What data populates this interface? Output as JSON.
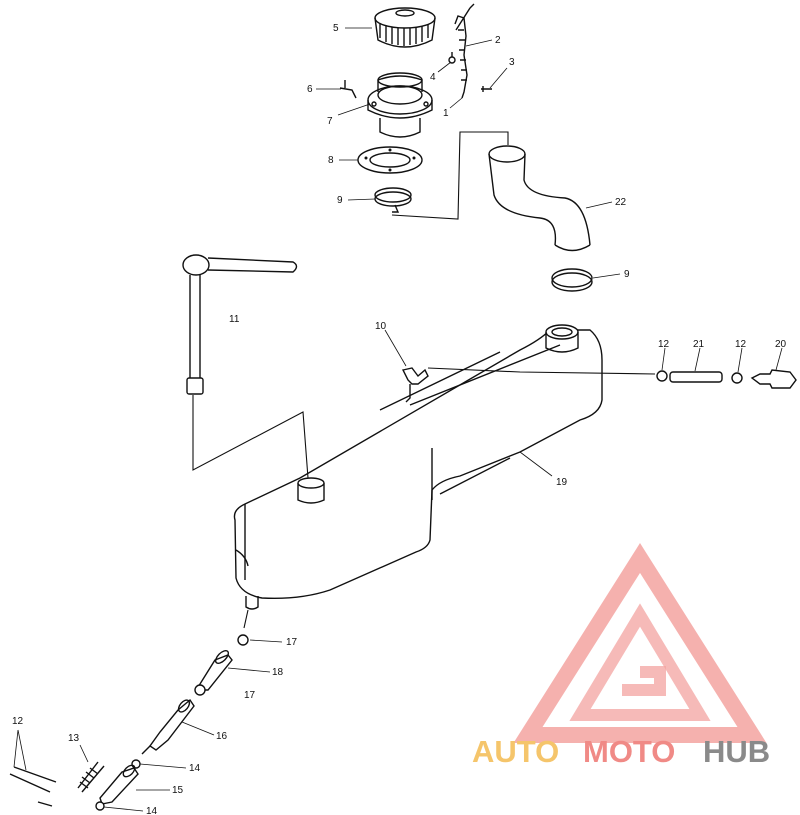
{
  "callouts": {
    "c1": "1",
    "c2": "2",
    "c3": "3",
    "c4": "4",
    "c5": "5",
    "c6": "6",
    "c7": "7",
    "c8": "8",
    "c9a": "9",
    "c9b": "9",
    "c10": "10",
    "c11": "11",
    "c12a": "12",
    "c12b": "12",
    "c12c": "12",
    "c13": "13",
    "c14a": "14",
    "c14b": "14",
    "c15": "15",
    "c16": "16",
    "c17a": "17",
    "c17b": "17",
    "c18": "18",
    "c19": "19",
    "c20": "20",
    "c21": "21",
    "c22": "22"
  },
  "watermark": {
    "part1": "AUTO",
    "part2": "MOTO",
    "part3": "HUB",
    "color1": "#f5c56b",
    "color2": "#f08a86",
    "color3": "#8a8a8a"
  }
}
